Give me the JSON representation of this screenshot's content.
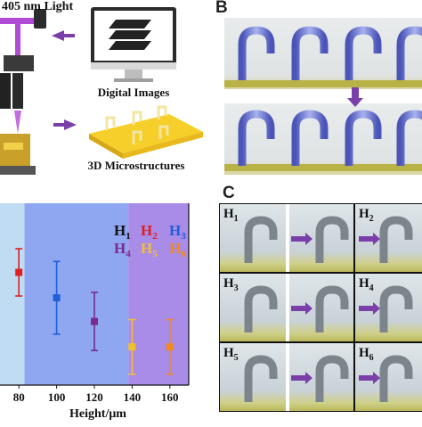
{
  "panelA": {
    "light_label": "405 nm Light",
    "images_label": "Digital Images",
    "micro_label": "3D Microstructures"
  },
  "panelB": {
    "letter": "B"
  },
  "panelC": {
    "letter": "C",
    "cells": [
      {
        "h": "H",
        "sub": "1"
      },
      {
        "h": "H",
        "sub": "2"
      },
      {
        "h": "H",
        "sub": "3"
      },
      {
        "h": "H",
        "sub": "4"
      },
      {
        "h": "H",
        "sub": "5"
      },
      {
        "h": "H",
        "sub": "6"
      }
    ]
  },
  "chart_data": {
    "type": "scatter",
    "xlabel": "Height/μm",
    "ylabel": "",
    "xlim": [
      70,
      170
    ],
    "x_ticks": [
      "80",
      "100",
      "120",
      "140",
      "160"
    ],
    "legend": [
      {
        "h": "H",
        "sub": "1",
        "color": "#111111"
      },
      {
        "h": "H",
        "sub": "2",
        "color": "#e0201e"
      },
      {
        "h": "H",
        "sub": "3",
        "color": "#1f5fd8"
      },
      {
        "h": "H",
        "sub": "4",
        "color": "#7b2a8c"
      },
      {
        "h": "H",
        "sub": "5",
        "color": "#f2c12a"
      },
      {
        "h": "H",
        "sub": "6",
        "color": "#f08a1e"
      }
    ],
    "regions": [
      {
        "from": 70,
        "to": 83,
        "color": "#bfdcf3"
      },
      {
        "from": 83,
        "to": 138,
        "color": "#8fa6f0"
      },
      {
        "from": 138,
        "to": 170,
        "color": "#a98be8"
      }
    ],
    "series": [
      {
        "x": 80,
        "y": 0.62,
        "err": 0.13,
        "color": "#e0201e"
      },
      {
        "x": 100,
        "y": 0.48,
        "err": 0.2,
        "color": "#1f5fd8"
      },
      {
        "x": 120,
        "y": 0.35,
        "err": 0.16,
        "color": "#7b2a8c"
      },
      {
        "x": 140,
        "y": 0.21,
        "err": 0.15,
        "color": "#f2c12a"
      },
      {
        "x": 160,
        "y": 0.21,
        "err": 0.15,
        "color": "#f08a1e"
      }
    ]
  }
}
